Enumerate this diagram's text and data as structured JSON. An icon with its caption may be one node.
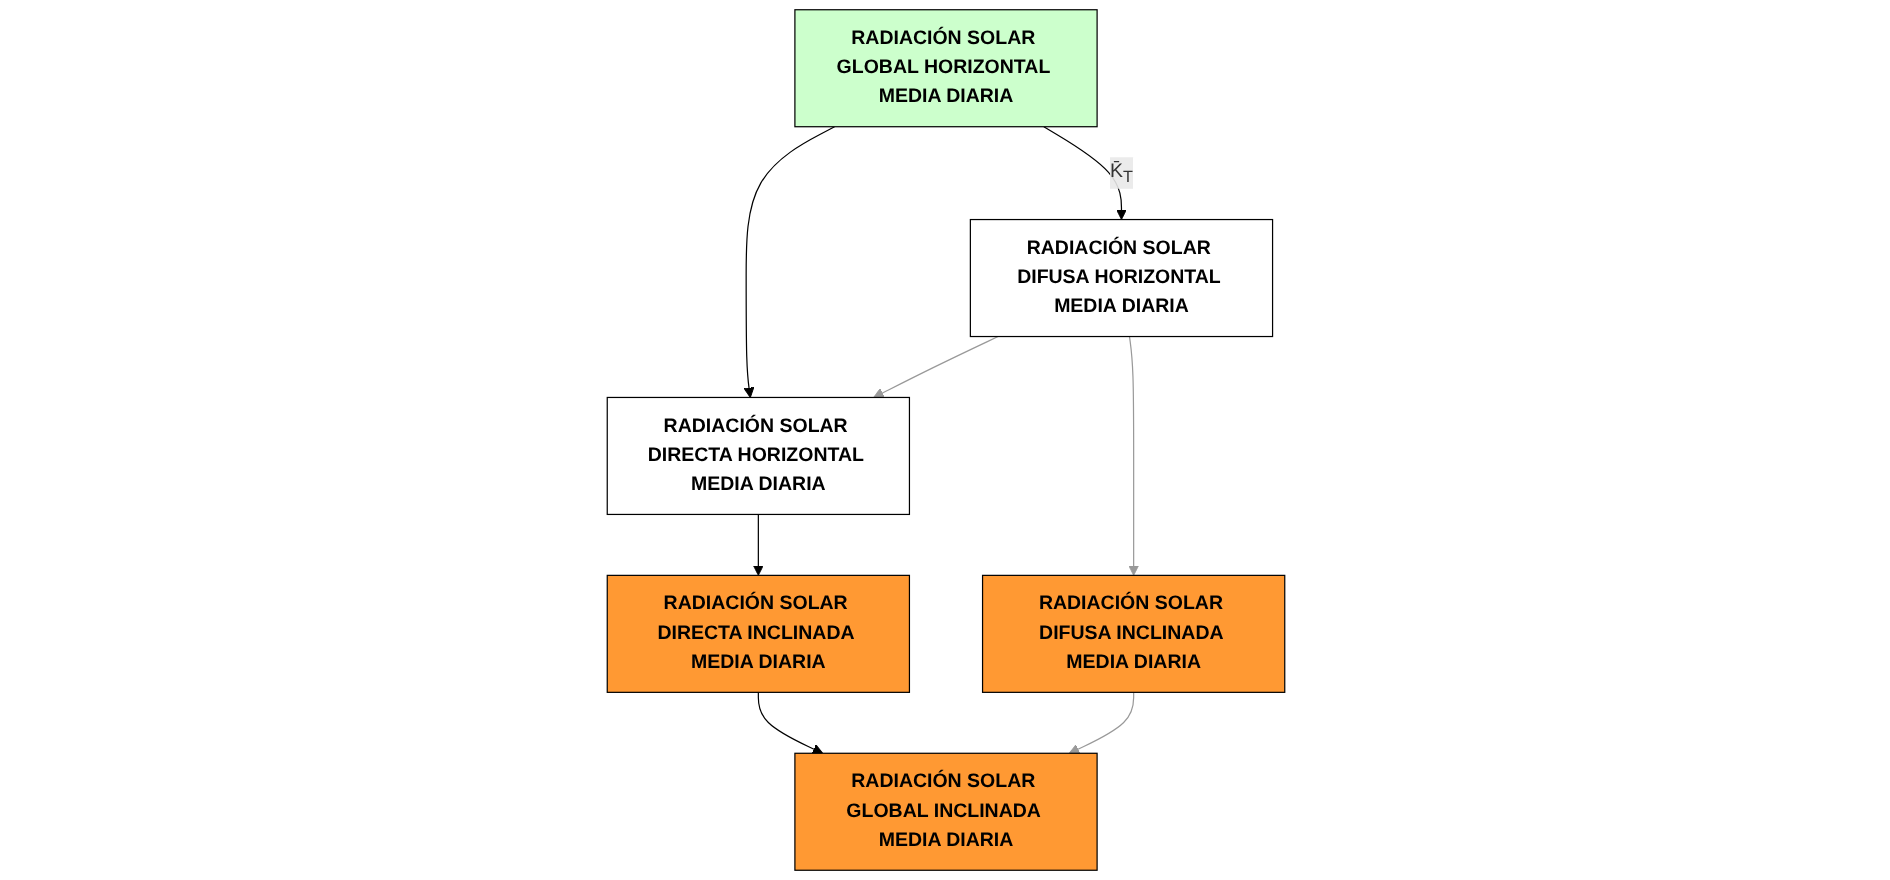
{
  "diagram": {
    "nodes": [
      {
        "text": [
          "RADIACIÓN SOLAR GLOBAL HORIZONTAL MEDIA DIARIA"
        ]
      },
      {
        "text": [
          "RADIACIÓN SOLAR DIRECTA HORIZONTAL MEDIA DIARIA"
        ]
      },
      {
        "text": [
          "RADIACIÓN SOLAR DIFUSA HORIZONTAL MEDIA DIARIA"
        ]
      },
      {
        "text": [
          "RADIACIÓN SOLAR DIRECTA INCLINADA MEDIA DIARIA"
        ]
      },
      {
        "text": [
          "RADIACIÓN SOLAR GLOBAL INCLINADA MEDIA DIARIA"
        ]
      },
      {
        "text": [
          "RADIACIÓN SOLAR DIFUSA INCLINADA MEDIA DIARIA"
        ]
      }
    ],
    "edges": [
      {
        "from": 0,
        "to": 1,
        "arrow": "to"
      },
      {
        "from": 0,
        "to": 2,
        "arrow": "to",
        "label": "K̄$_{T}$"
      },
      {
        "from": 2,
        "to": 1,
        "arrow": "to",
        "color": "#999999"
      },
      {
        "from": 1,
        "to": 3,
        "arrow": "to"
      },
      {
        "from": 3,
        "to": 4,
        "arrow": "to"
      },
      {
        "from": 2,
        "to": 5,
        "arrow": "to",
        "color": "#999999"
      },
      {
        "from": 5,
        "to": 4,
        "arrow": "to",
        "color": "#999999"
      }
    ]
  }
}
